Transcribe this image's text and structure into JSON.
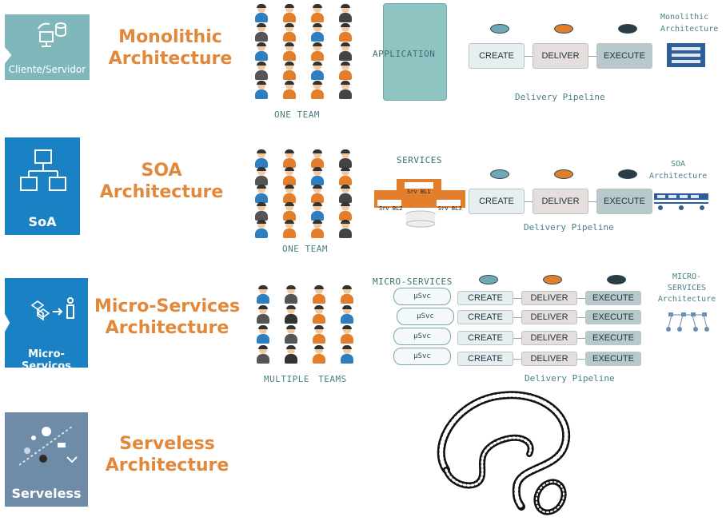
{
  "tiles": [
    {
      "label": "Cliente/Servidor",
      "color": "#7fb7bb"
    },
    {
      "label": "SoA",
      "color": "#1a82c4"
    },
    {
      "label": "Micro-Serviços",
      "color": "#1a82c4"
    },
    {
      "label": "Serveless",
      "color": "#6e8ba8"
    }
  ],
  "rows": [
    {
      "title_1": "Monolithic",
      "title_2": "Architecture",
      "team_label": "ONE TEAM",
      "box_label": "APPLICATION",
      "side_1": "Monolithic",
      "side_2": "Architecture"
    },
    {
      "title_1": "SOA",
      "title_2": "Architecture",
      "team_label": "ONE TEAM",
      "box_label": "SERVICES",
      "side_1": "SOA",
      "side_2": "Architecture"
    },
    {
      "title_1": "Micro-Services",
      "title_2": "Architecture",
      "team_label": "MULTIPLE TEAMS",
      "box_label": "MICRO-SERVICES",
      "side_1": "MICRO-",
      "side_2": "SERVICES",
      "side_3": "Architecture"
    },
    {
      "title_1": "Serveless",
      "title_2": "Architecture"
    }
  ],
  "pipeline": {
    "create": "CREATE",
    "deliver": "DELIVER",
    "execute": "EXECUTE",
    "caption": "Delivery Pipeline"
  },
  "soa_labels": [
    "Srv BL1",
    "Srv BL2",
    "Srv BL3"
  ],
  "usvc_label": "µSvc",
  "colors": {
    "accent": "#e2883a",
    "team_orange": "#e37f2c",
    "team_blue": "#2f7fbf",
    "app_box": "#8ec5c3"
  }
}
